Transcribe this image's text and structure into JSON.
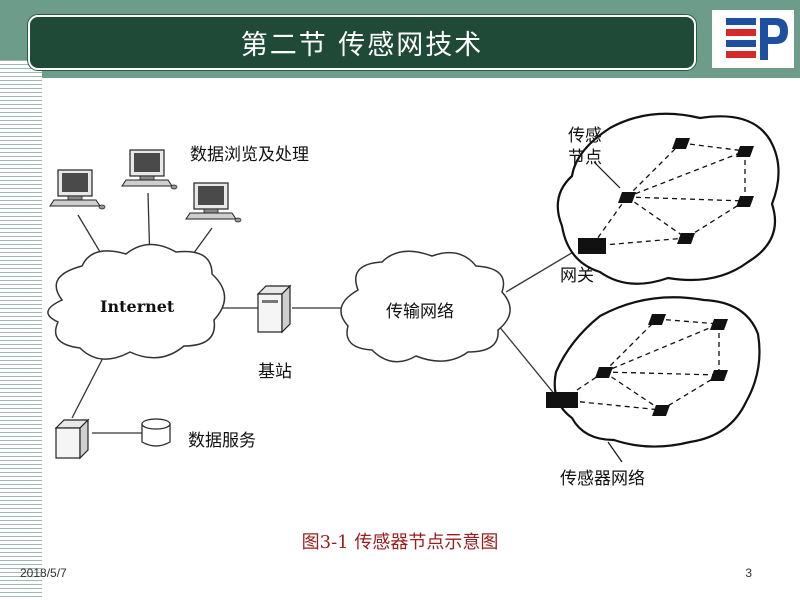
{
  "slide": {
    "title": "第二节  传感网技术",
    "caption": "图3-1  传感器节点示意图",
    "date": "2018/5/7",
    "page_number": "3"
  },
  "diagram": {
    "labels": {
      "data_browse": "数据浏览及处理",
      "internet": "Internet",
      "base_station": "基站",
      "transport_network": "传输网络",
      "data_service": "数据服务",
      "sensor_node": [
        "传感",
        "节点"
      ],
      "gateway": "网关",
      "sensor_network": "传感器网络"
    }
  },
  "colors": {
    "header_band": "#6d9c8a",
    "title_bar": "#1f4a38",
    "caption": "#9b1c1c",
    "logo_blue": "#1f4fa0",
    "logo_red": "#d42a2a"
  },
  "icons": {
    "logo": "publisher-logo",
    "computer": "computer-icon",
    "server": "server-icon",
    "database": "database-icon",
    "cloud": "cloud-shape",
    "node": "sensor-node-icon"
  }
}
